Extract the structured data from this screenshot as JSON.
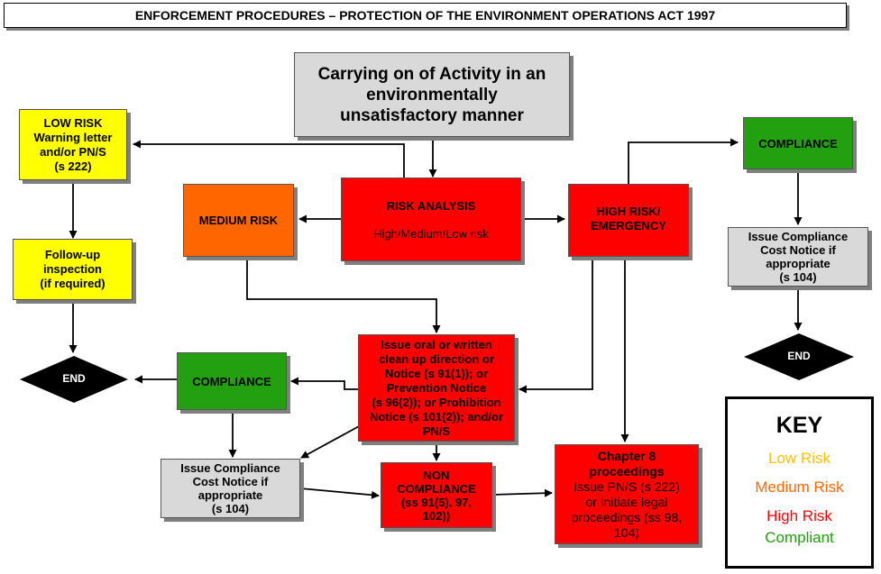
{
  "title": "ENFORCEMENT PROCEDURES – PROTECTION OF THE ENVIRONMENT OPERATIONS ACT 1997",
  "colors": {
    "low": "#ffff00",
    "medium": "#ff6600",
    "high": "#ff0000",
    "compliant": "#22a00f",
    "neutral": "#d9d9d9",
    "end": "#000000"
  },
  "nodes": {
    "activity": {
      "lines": [
        "Carrying on of Activity in an",
        "environmentally",
        "unsatisfactory manner"
      ]
    },
    "low_risk": {
      "lines": [
        "LOW RISK",
        "Warning letter",
        "and/or PN/S",
        "(s 222)"
      ]
    },
    "followup": {
      "lines": [
        "Follow-up",
        "inspection",
        "(if required)"
      ]
    },
    "medium_risk": {
      "label": "MEDIUM RISK"
    },
    "risk_analysis": {
      "label": "RISK ANALYSIS",
      "sub": "High/Medium/Low risk"
    },
    "high_risk": {
      "lines": [
        "HIGH RISK/",
        "EMERGENCY"
      ]
    },
    "compliance_right": {
      "label": "COMPLIANCE"
    },
    "cost_notice_right": {
      "lines": [
        "Issue Compliance",
        "Cost Notice if",
        "appropriate",
        "(s 104)"
      ]
    },
    "end_right": {
      "label": "END"
    },
    "issue_notice": {
      "lines": [
        "Issue oral or written",
        "clean up direction or",
        "Notice (s 91(1)); or",
        "Prevention Notice",
        "(s 96(2)); or Prohibition",
        "Notice (s 101(2)); and/or",
        "PN/S"
      ]
    },
    "compliance_left": {
      "label": "COMPLIANCE"
    },
    "end_left": {
      "label": "END"
    },
    "cost_notice_left": {
      "lines": [
        "Issue Compliance",
        "Cost Notice if",
        "appropriate",
        "(s 104)"
      ]
    },
    "non_compliance": {
      "lines": [
        "NON",
        "COMPLIANCE",
        "(ss 91(5), 97,",
        "102))"
      ]
    },
    "chapter8": {
      "title_lines": [
        "Chapter 8",
        "proceedings"
      ],
      "body_lines": [
        "Issue PN/S (s 222)",
        "or Initiate legal",
        "proceedings (ss 98,",
        "104)"
      ]
    }
  },
  "key": {
    "heading": "KEY",
    "items": [
      {
        "label": "Low Risk",
        "color": "#ffc000"
      },
      {
        "label": "Medium Risk",
        "color": "#ff6600"
      },
      {
        "label": "High Risk",
        "color": "#ff0000"
      },
      {
        "label": "Compliant",
        "color": "#22a00f"
      }
    ]
  }
}
